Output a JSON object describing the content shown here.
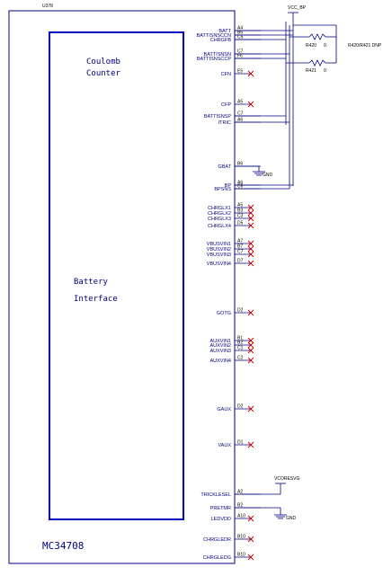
{
  "schematic": {
    "ref_designator": "U378",
    "part_name": "MC34708",
    "block_labels": {
      "coulomb_line1": "Coulomb",
      "coulomb_line2": "Counter",
      "battery_line1": "Battery",
      "battery_line2": "Interface"
    },
    "nets": {
      "vcc_bp": "VCC_BP",
      "gnd1": "GND",
      "gnd2": "GND",
      "vcoresvg": "VCORESVG",
      "r420": "R420",
      "r421": "R421",
      "r420_val": "0",
      "r421_val": "0",
      "resistor_note": "R420/R421 DNP"
    },
    "pins": [
      {
        "name": "BATT",
        "num": "A4"
      },
      {
        "name": "BATTISNSCCN",
        "num": "B6"
      },
      {
        "name": "CHRGFB",
        "num": "C5"
      },
      {
        "name": "BATTISNSN",
        "num": "C7"
      },
      {
        "name": "BATTISNSCCP",
        "num": "F6"
      },
      {
        "name": "CFN",
        "num": "E5"
      },
      {
        "name": "CFP",
        "num": "A5"
      },
      {
        "name": "BATTISNSP",
        "num": "C7"
      },
      {
        "name": "ITRIC",
        "num": "A6"
      },
      {
        "name": "GBAT",
        "num": "B6"
      },
      {
        "name": "BP",
        "num": "A6"
      },
      {
        "name": "BPSNS",
        "num": "C6"
      },
      {
        "name": "CHRGLX1",
        "num": "A5"
      },
      {
        "name": "CHRGLX2",
        "num": "B3"
      },
      {
        "name": "CHRGLX3",
        "num": "C3"
      },
      {
        "name": "CHRGLX4",
        "num": "D5"
      },
      {
        "name": "VBUSVIN1",
        "num": "A7"
      },
      {
        "name": "VBUSVIN2",
        "num": "B7"
      },
      {
        "name": "VBUSVIN3",
        "num": "C7"
      },
      {
        "name": "VBUSVIN4",
        "num": "D7"
      },
      {
        "name": "GOTG",
        "num": "D2"
      },
      {
        "name": "AUXVIN1",
        "num": "B1"
      },
      {
        "name": "AUXVIN2",
        "num": "B2"
      },
      {
        "name": "AUXVIN3",
        "num": "C1"
      },
      {
        "name": "AUXVIN4",
        "num": "C2"
      },
      {
        "name": "GAUX",
        "num": "D2"
      },
      {
        "name": "VAUX",
        "num": "D1"
      },
      {
        "name": "TRICKLESEL",
        "num": "A2"
      },
      {
        "name": "PRETMR",
        "num": "B2"
      },
      {
        "name": "LEDVDD",
        "num": "A10"
      },
      {
        "name": "CHRGLEDR",
        "num": "B10"
      },
      {
        "name": "CHRGLEDG",
        "num": "B10"
      }
    ]
  }
}
